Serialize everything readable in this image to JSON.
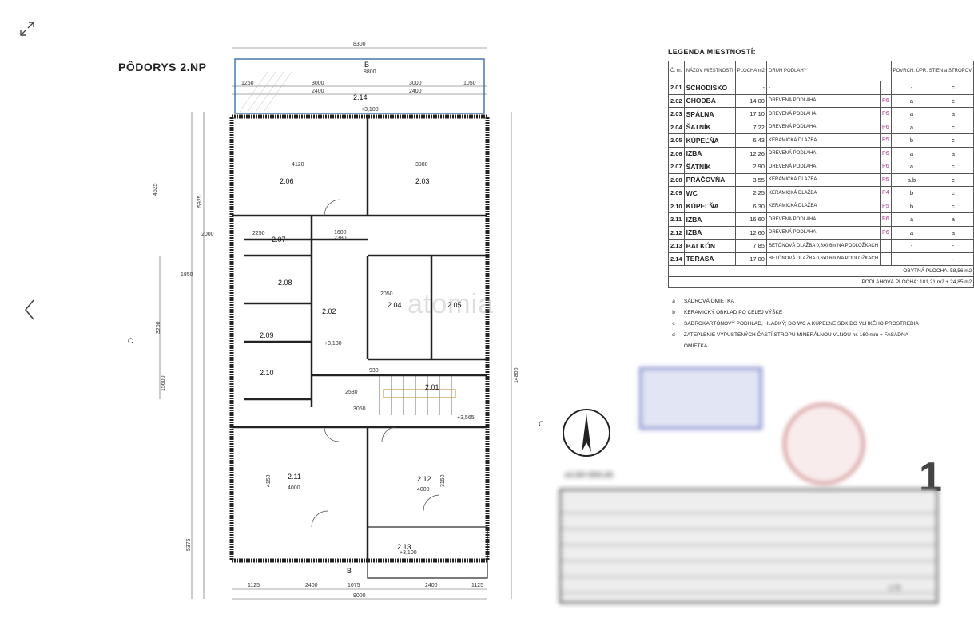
{
  "plan": {
    "title": "PÔDORYS 2.NP",
    "dims": {
      "top_total": "8300",
      "top_inner": "8800",
      "d1": "1250",
      "d2": "3000",
      "d3": "3000",
      "d4": "1050",
      "d5": "2400",
      "d6": "2400",
      "left_a": "4625",
      "left_b": "5925",
      "left_c": "2000",
      "left_d": "15600",
      "left_e": "3200",
      "left_f": "1850",
      "left_g": "5375",
      "right_total": "14800",
      "bottom_a": "1125",
      "bottom_b": "2400",
      "bottom_c": "1075",
      "bottom_d": "2400",
      "bottom_e": "1125",
      "bottom_total": "9000",
      "w_206": "4120",
      "w_203": "3980",
      "w_211": "4000",
      "w_212": "4000",
      "h_211": "4150",
      "h_212": "3150",
      "w_204": "2050",
      "d_2380": "2380",
      "d_1600": "1600",
      "d_2250": "2250",
      "d_2530": "2530",
      "d_3050": "3050",
      "d_930": "930"
    },
    "rooms": [
      "2.14",
      "2.06",
      "2.03",
      "2.07",
      "2.08",
      "2.02",
      "2.04",
      "2.05",
      "2.09",
      "2.10",
      "2.01",
      "2.11",
      "2.12",
      "2.13"
    ],
    "levels": [
      "+3,100",
      "+3,130",
      "+3,565",
      "+3,100"
    ],
    "section_labels": {
      "b": "B",
      "c": "C"
    },
    "watermark": "atomia"
  },
  "legend": {
    "title": "LEGENDA MIESTNOSTÍ:",
    "headers": {
      "no": "Č. m.",
      "name": "NÁZOV MIESTNOSTI",
      "area": "PLOCHA m2",
      "floor": "DRUH PODLAHY",
      "finish": "POVRCH. ÚPR. STIEN a STROPOV"
    },
    "rows": [
      {
        "no": "2.01",
        "name": "SCHODISKO",
        "area": "-",
        "floor": "-",
        "code": "",
        "s": "-",
        "t": "c"
      },
      {
        "no": "2.02",
        "name": "CHODBA",
        "area": "14,00",
        "floor": "DREVENÁ PODLAHA",
        "code": "P6",
        "s": "a",
        "t": "c"
      },
      {
        "no": "2.03",
        "name": "SPÁLNA",
        "area": "17,10",
        "floor": "DREVENÁ PODLAHA",
        "code": "P6",
        "s": "a",
        "t": "a"
      },
      {
        "no": "2.04",
        "name": "ŠATNÍK",
        "area": "7,22",
        "floor": "DREVENÁ PODLAHA",
        "code": "P6",
        "s": "a",
        "t": "c"
      },
      {
        "no": "2.05",
        "name": "KÚPEĽŇA",
        "area": "6,43",
        "floor": "KERAMICKÁ DLAŽBA",
        "code": "P5",
        "s": "b",
        "t": "c"
      },
      {
        "no": "2.06",
        "name": "IZBA",
        "area": "12,26",
        "floor": "DREVENÁ PODLAHA",
        "code": "P6",
        "s": "a",
        "t": "a"
      },
      {
        "no": "2.07",
        "name": "ŠATNÍK",
        "area": "2,90",
        "floor": "DREVENÁ PODLAHA",
        "code": "P6",
        "s": "a",
        "t": "c"
      },
      {
        "no": "2.08",
        "name": "PRÁČOVŇA",
        "area": "3,55",
        "floor": "KERAMICKÁ DLAŽBA",
        "code": "P5",
        "s": "a,b",
        "t": "c"
      },
      {
        "no": "2.09",
        "name": "WC",
        "area": "2,25",
        "floor": "KERAMICKÁ DLAŽBA",
        "code": "P4",
        "s": "b",
        "t": "c"
      },
      {
        "no": "2.10",
        "name": "KÚPEĽŇA",
        "area": "6,30",
        "floor": "KERAMICKÁ DLAŽBA",
        "code": "P5",
        "s": "b",
        "t": "c"
      },
      {
        "no": "2.11",
        "name": "IZBA",
        "area": "16,60",
        "floor": "DREVENÁ PODLAHA",
        "code": "P6",
        "s": "a",
        "t": "a"
      },
      {
        "no": "2.12",
        "name": "IZBA",
        "area": "12,60",
        "floor": "DREVENÁ PODLAHA",
        "code": "P6",
        "s": "a",
        "t": "a"
      },
      {
        "no": "2.13",
        "name": "BALKÓN",
        "area": "7,85",
        "floor": "BETÓNOVÁ DLAŽBA 0,6x0,6m NA PODLOŽKACH",
        "code": "",
        "s": "-",
        "t": "-"
      },
      {
        "no": "2.14",
        "name": "TERASA",
        "area": "17,00",
        "floor": "BETÓNOVÁ DLAŽBA 0,6x0,6m NA PODLOŽKACH",
        "code": "",
        "s": "-",
        "t": "-"
      }
    ],
    "living_area": "OBYTNÁ PLOCHA:  58,56 m2",
    "floor_area": "PODLAHOVÁ PLOCHA:  101,21 m2 + 24,85 m2",
    "notes": [
      {
        "key": "a",
        "text": "SÁDROVÁ OMIETKA"
      },
      {
        "key": "b",
        "text": "KERAMICKÝ OBKLAD PO CELEJ VÝŠKE"
      },
      {
        "key": "c",
        "text": "SADROKARTÓNOVÝ PODHĽAD, HLADKÝ; DO WC A KÚPEĽNE SDK DO VLHKÉHO PROSTREDIA"
      },
      {
        "key": "d",
        "text": "ZATEPLENIE VYPUSTENÝCH ČASTÍ STROPU MINERÁLNOU VLNOU hr. 160 mm + FASÁDNA OMIETKA"
      }
    ]
  },
  "stamps": {
    "elevation": "±0,00=300,00",
    "sheet_number": "1",
    "scale": "1:75"
  },
  "colors": {
    "room_code": "#b0308a",
    "terrace_outline": "#3a6fa8",
    "stamp_blue": "#7a84c8",
    "stamp_red": "#c97b7b"
  }
}
